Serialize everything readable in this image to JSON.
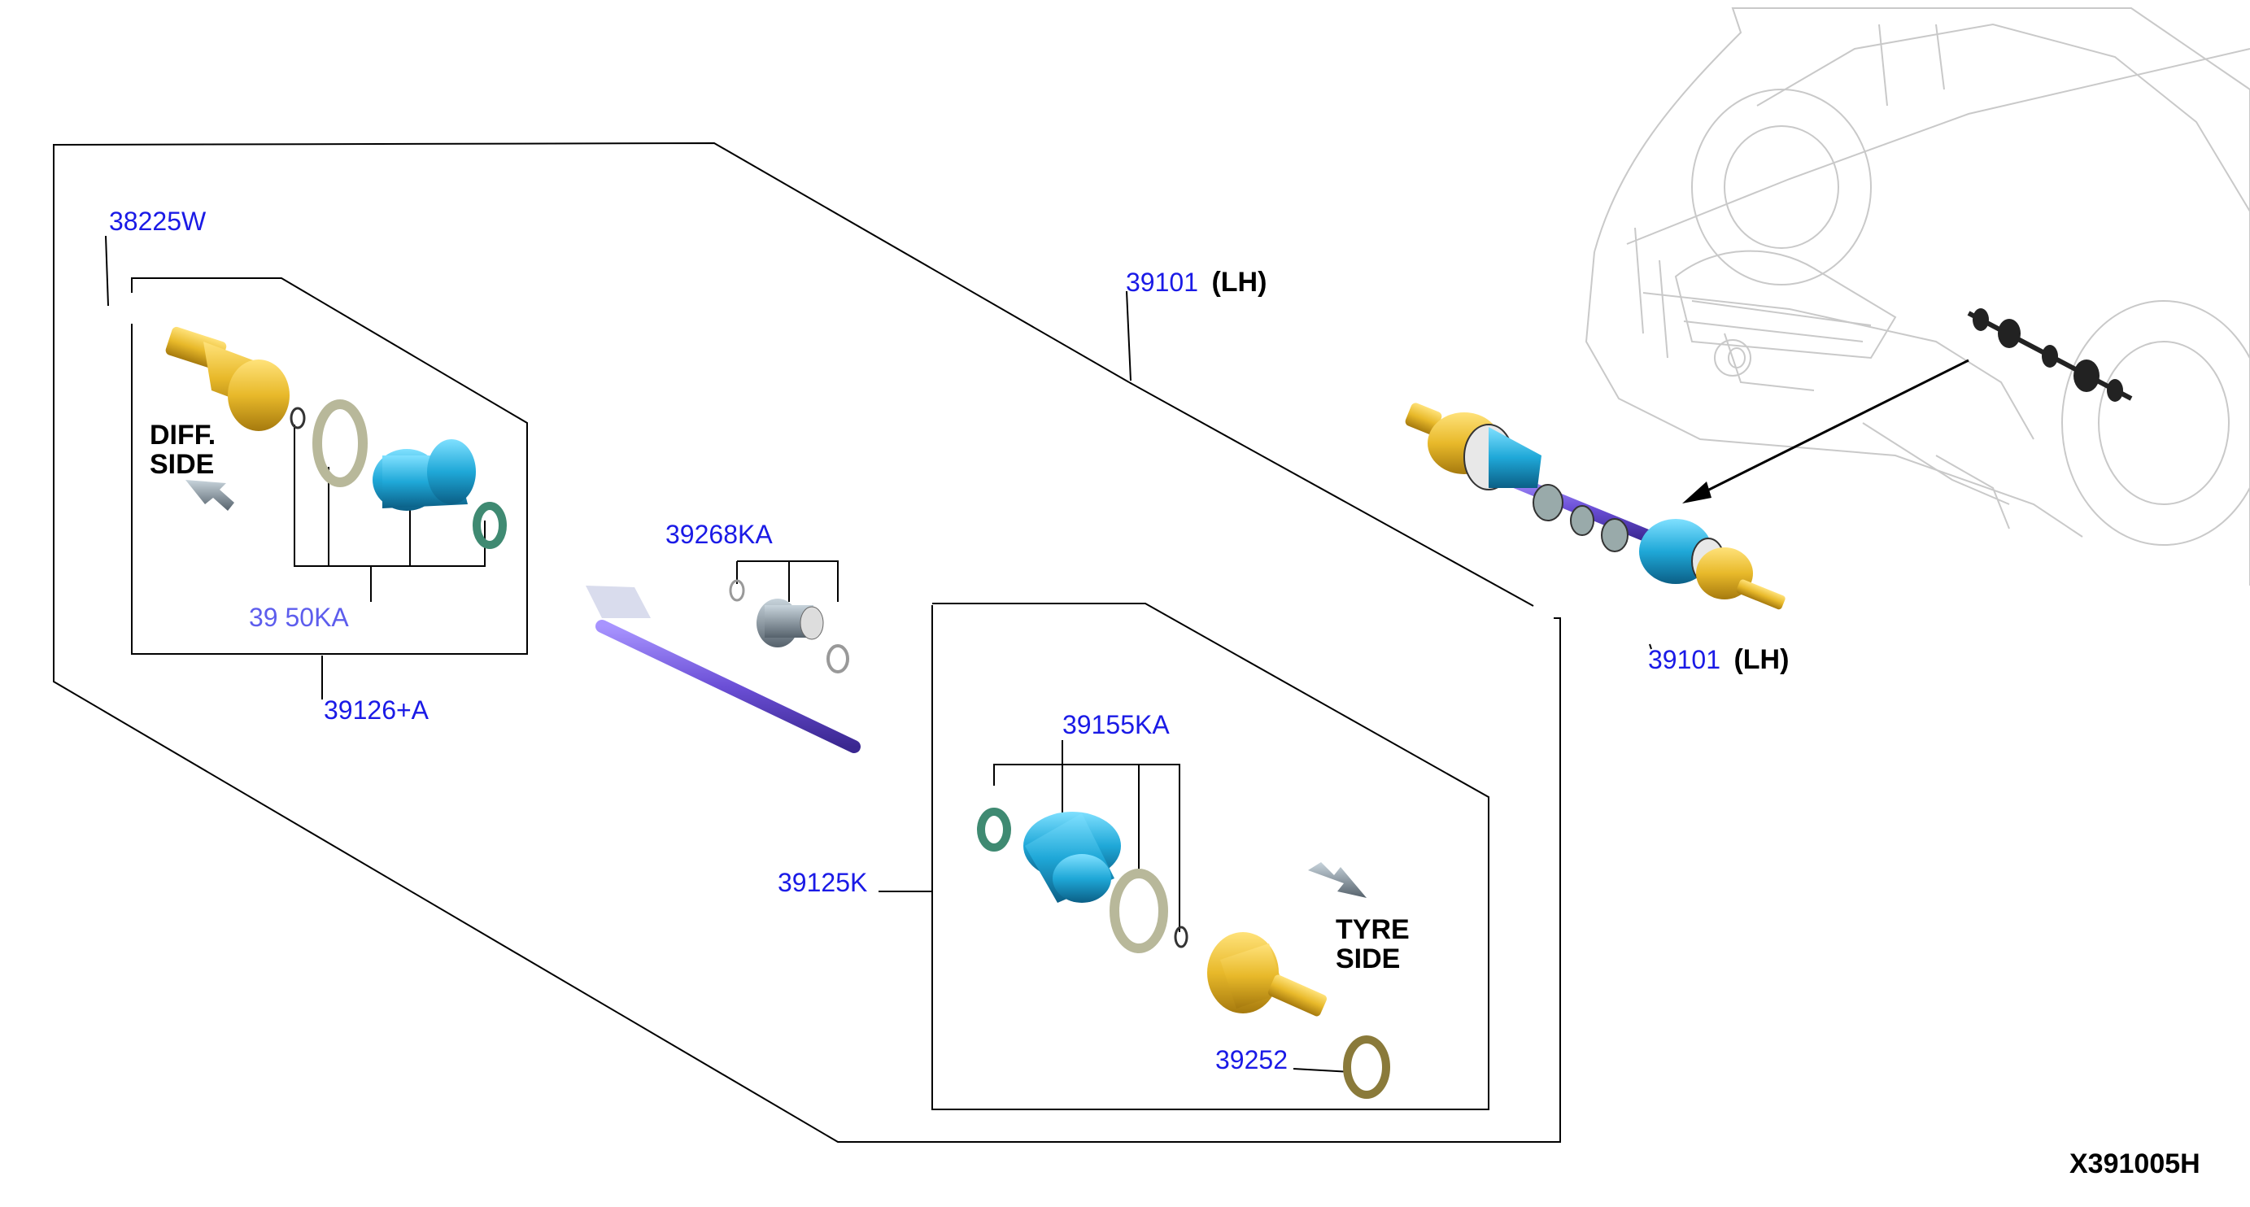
{
  "labels": {
    "p38225w": "38225W",
    "p39101_top": "39101",
    "p39101_top_side": "(LH)",
    "p39101_bottom": "39101",
    "p39101_bottom_side": "(LH)",
    "p39268ka": "39268KA",
    "p39126a": "39126+A",
    "p39126a_partial": "39 50KA",
    "p39155ka": "39155KA",
    "p39125k": "39125K",
    "p39252": "39252",
    "diff_side_l1": "DIFF.",
    "diff_side_l2": "SIDE",
    "tyre_side_l1": "TYRE",
    "tyre_side_l2": "SIDE",
    "diagram_code": "X391005H"
  },
  "colors": {
    "part_number": "#1a1ae6",
    "joint_housing": "#e8b92a",
    "boot": "#1fa8d8",
    "shaft": "#6b4fd6",
    "band": "#b8b89a",
    "seal": "#3f8a72",
    "arrow": "#7c8a94"
  },
  "icons": {
    "diff_arrow": "arrow-down-left-icon",
    "tyre_arrow": "arrow-down-right-icon",
    "reference_arrow": "arrow-left-icon"
  }
}
